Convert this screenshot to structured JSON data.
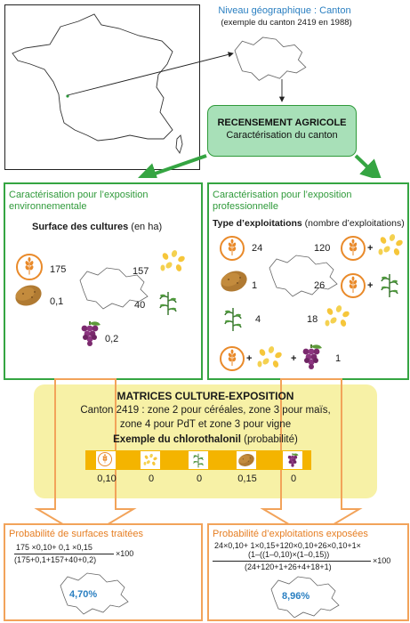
{
  "header": {
    "level_label": "Niveau géographique : Canton",
    "example_label": "(exemple du canton 2419 en 1988)"
  },
  "census": {
    "title": "RECENSEMENT AGRICOLE",
    "subtitle": "Caractérisation du canton"
  },
  "env": {
    "title_line1": "Caractérisation pour l’exposition",
    "title_line2": "environnementale",
    "heading_bold": "Surface des cultures",
    "heading_unit": " (en ha)",
    "values": {
      "cereals": "175",
      "maize": "157",
      "potato": "0,1",
      "sunflower": "40",
      "grape": "0,2"
    }
  },
  "pro": {
    "title_line1": "Caractérisation pour l’exposition",
    "title_line2": "professionnelle",
    "heading_bold": "Type d’exploitations",
    "heading_unit": " (nombre d’exploitations)",
    "values": {
      "cereals_only": "24",
      "cereals_maize": "120",
      "potato": "1",
      "cereals_sunflower": "26",
      "sunflower_only": "4",
      "maize_only": "18",
      "mixed": "1"
    },
    "plus": "+"
  },
  "matrix": {
    "title": "MATRICES CULTURE-EXPOSITION",
    "line1": "Canton 2419 : zone 2 pour céréales, zone 3 pour maïs,",
    "line2": "zone 4 pour PdT et zone 3 pour vigne",
    "example_bold": "Exemple du chlorothalonil",
    "example_unit": " (probabilité)",
    "probs": [
      "0,10",
      "0",
      "0",
      "0,15",
      "0"
    ]
  },
  "surfaces": {
    "title": "Probabilité de surfaces traitées",
    "numerator": "175 ×0,10+ 0,1 ×0,15",
    "denominator": "(175+0,1+157+40+0,2)",
    "multiplier": "×100",
    "result": "4,70%"
  },
  "farms": {
    "title": "Probabilité d’exploitations exposées",
    "numerator_line1": "24×0,10+ 1×0,15+120×0,10+26×0,10+1×",
    "numerator_line2": "(1–((1–0,10)×(1–0,15))",
    "denominator": "(24+120+1+26+4+18+1)",
    "multiplier": "×100",
    "result": "8,96%"
  },
  "colors": {
    "green": "#35a542",
    "orange": "#e98a2a",
    "yellow": "#f7f1a6",
    "blue": "#2a7fc1"
  }
}
